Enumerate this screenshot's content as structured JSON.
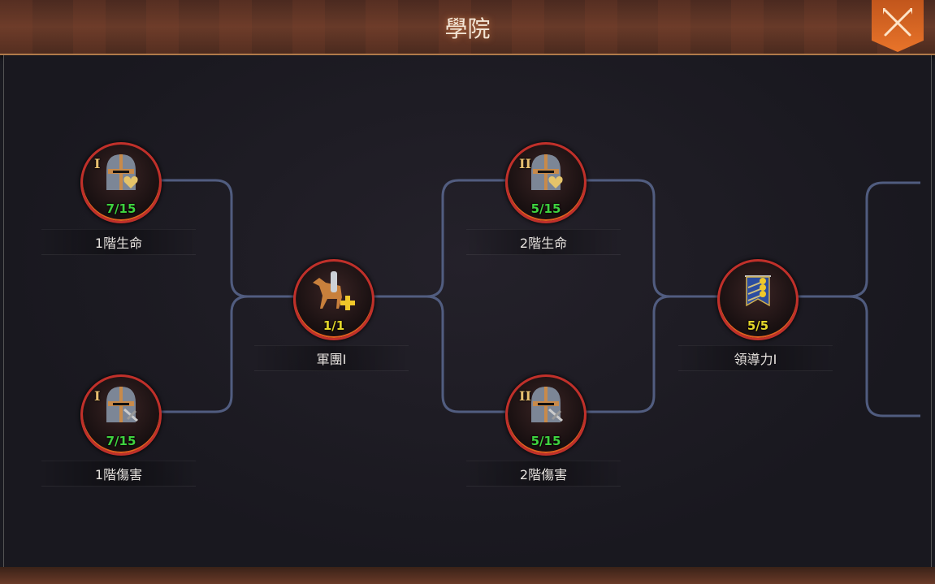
{
  "header": {
    "title": "學院",
    "close_icon": "crossed-arrows-close-icon"
  },
  "colors": {
    "partial": "#3fd23f",
    "complete": "#e3d62a",
    "accent": "#e8742a"
  },
  "nodes": [
    {
      "label": "1階生命",
      "count": "7/15",
      "tier": "I",
      "icon": "helmet-heart-icon"
    },
    {
      "label": "1階傷害",
      "count": "7/15",
      "tier": "I",
      "icon": "helmet-sword-icon"
    },
    {
      "label": "軍團I",
      "count": "1/1",
      "tier": "",
      "icon": "cavalry-plus-icon"
    },
    {
      "label": "2階生命",
      "count": "5/15",
      "tier": "II",
      "icon": "helmet-heart-icon"
    },
    {
      "label": "2階傷害",
      "count": "5/15",
      "tier": "II",
      "icon": "helmet-sword-icon"
    },
    {
      "label": "領導力I",
      "count": "5/5",
      "tier": "",
      "icon": "banner-icon"
    }
  ]
}
